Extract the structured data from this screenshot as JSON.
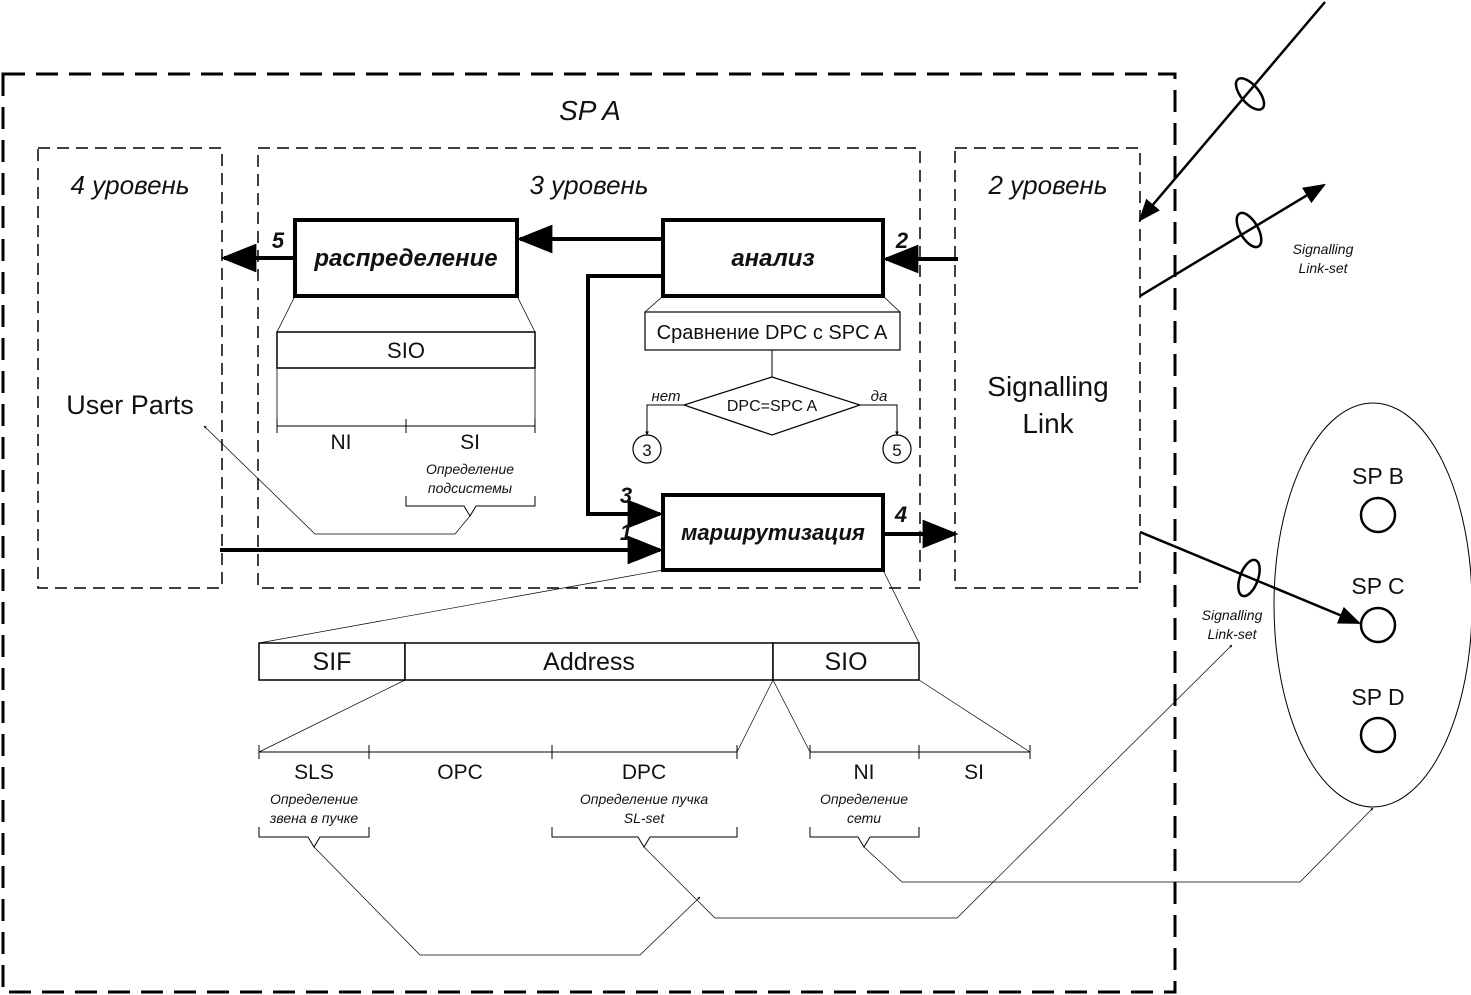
{
  "sp_a_title": "SP A",
  "level4": {
    "title": "4 уровень",
    "user_parts": "User Parts"
  },
  "level3": {
    "title": "3 уровень"
  },
  "level2": {
    "title": "2 уровень",
    "link_line1": "Signalling",
    "link_line2": "Link"
  },
  "blocks": {
    "distribution": "распределение",
    "analysis": "анализ",
    "routing": "маршрутизация",
    "compare": "Сравнение DPC с SPC A",
    "decision": "DPC=SPC A",
    "no": "нет",
    "yes": "да",
    "conn3": "3",
    "conn5": "5"
  },
  "arrow_numbers": {
    "n1": "1",
    "n2": "2",
    "n3": "3",
    "n4": "4",
    "n5": "5"
  },
  "sio_box": {
    "label": "SIO",
    "ni": "NI",
    "si": "SI",
    "subsystem_line1": "Определение",
    "subsystem_line2": "подсистемы"
  },
  "message_fields": {
    "sif": "SIF",
    "address": "Address",
    "sio": "SIO",
    "sls": "SLS",
    "opc": "OPC",
    "dpc": "DPC",
    "ni": "NI",
    "si": "SI",
    "sls_note_line1": "Определение",
    "sls_note_line2": "звена в пучке",
    "dpc_note_line1": "Определение пучка",
    "dpc_note_line2": "SL-set",
    "ni_note_line1": "Определение",
    "ni_note_line2": "сети"
  },
  "linkset_top": {
    "line1": "Signalling",
    "line2": "Link-set"
  },
  "linkset_bottom": {
    "line1": "Signalling",
    "line2": "Link-set"
  },
  "points": {
    "b": "SP B",
    "c": "SP C",
    "d": "SP D"
  }
}
